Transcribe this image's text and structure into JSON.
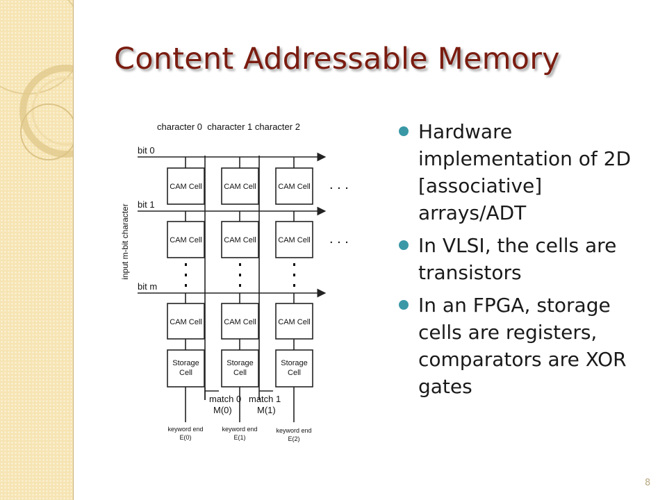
{
  "slide": {
    "title": "Content Addressable Memory",
    "page_number": "8"
  },
  "bullets": [
    "Hardware implementation of 2D [associative] arrays/ADT",
    "In VLSI, the cells are transistors",
    "In an FPGA, storage cells are registers, comparators are XOR gates"
  ],
  "diagram": {
    "header": "character 0  character 1 character 2",
    "side_label": "input m-bit character",
    "bit_labels": [
      "bit 0",
      "bit 1",
      "bit m"
    ],
    "cam_cell": "CAM Cell",
    "storage_cell": [
      "Storage",
      "Cell"
    ],
    "match_labels": [
      {
        "line1": "match 0",
        "line2": "M(0)"
      },
      {
        "line1": "match 1",
        "line2": "M(1)"
      }
    ],
    "keyword_labels": [
      {
        "line1": "keyword end",
        "line2": "E(0)"
      },
      {
        "line1": "keyword end",
        "line2": "E(1)"
      },
      {
        "line1": "keyword end",
        "line2": "E(2)"
      }
    ],
    "continuation": ". . ."
  },
  "colors": {
    "title": "#7a1c10",
    "bullet": "#3a98a6",
    "sidebar": "#f6e4b3"
  }
}
